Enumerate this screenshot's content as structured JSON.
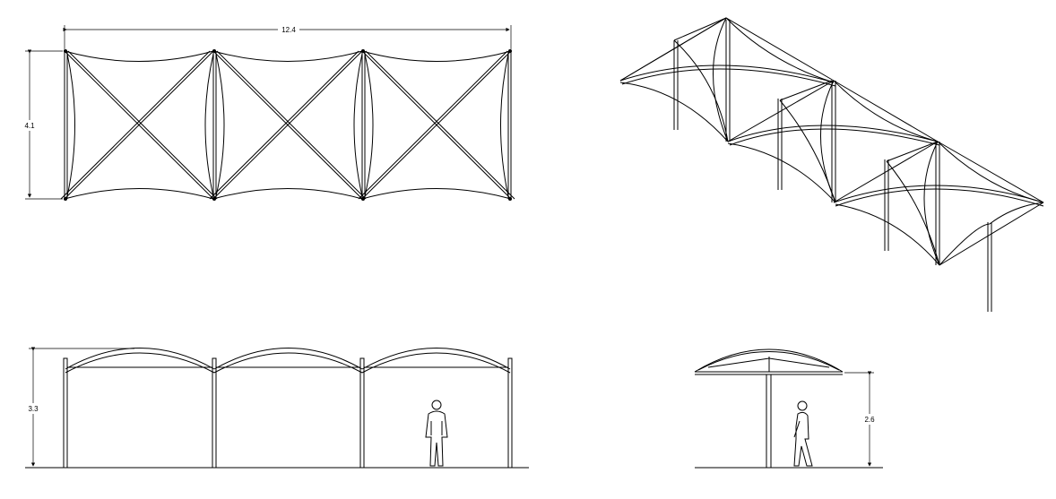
{
  "plan_view": {
    "width_dim": "12.4",
    "depth_dim": "4.1"
  },
  "front_elevation": {
    "height_dim": "3.3"
  },
  "side_elevation": {
    "height_dim": "2.6"
  },
  "colors": {
    "line": "#000000",
    "background": "#ffffff"
  }
}
